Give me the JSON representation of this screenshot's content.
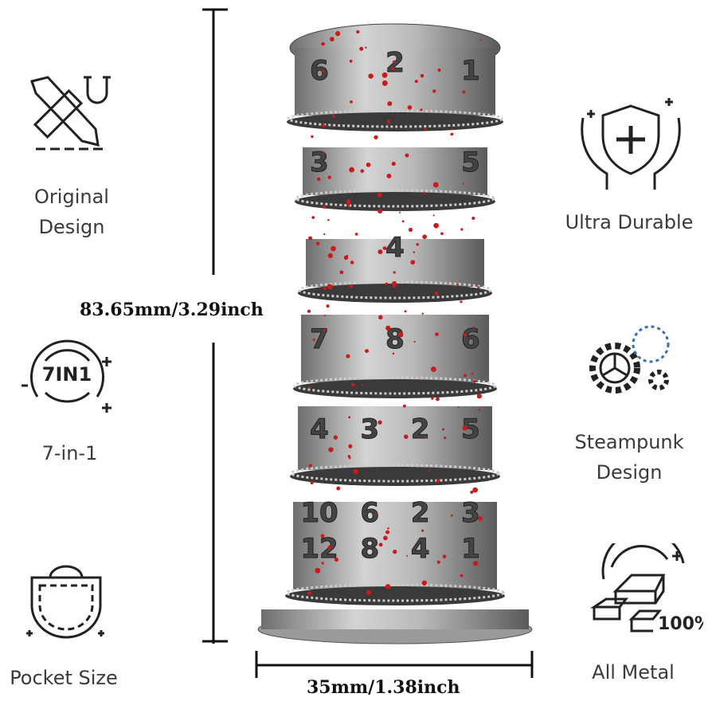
{
  "features_left": [
    {
      "icon": "pencil-ruler-icon",
      "label_lines": [
        "Original",
        "Design"
      ]
    },
    {
      "icon": "seven-in-one-badge-icon",
      "label_lines": [
        "7-in-1"
      ],
      "badge_text": "7IN1"
    },
    {
      "icon": "pocket-icon",
      "label_lines": [
        "Pocket Size"
      ]
    }
  ],
  "features_right": [
    {
      "icon": "shield-hands-icon",
      "label_lines": [
        "Ultra Durable"
      ]
    },
    {
      "icon": "gears-icon",
      "label_lines": [
        "Steampunk",
        "Design"
      ]
    },
    {
      "icon": "metal-bars-icon",
      "label_lines": [
        "All Metal"
      ],
      "badge_text": "100%"
    }
  ],
  "dimensions": {
    "height": "83.65mm/3.29inch",
    "width": "35mm/1.38inch"
  },
  "product": {
    "tiers": [
      [
        "6",
        "2",
        "1"
      ],
      [
        "3",
        "5"
      ],
      [
        "4"
      ],
      [
        "7",
        "8",
        "6"
      ],
      [
        "4",
        "3",
        "2",
        "5"
      ],
      [
        "10",
        "6",
        "2",
        "3"
      ],
      [
        "12",
        "8",
        "4",
        "1"
      ]
    ],
    "colors": {
      "metal": "#a9a9a9",
      "splatter": "#cc1a1a"
    }
  }
}
